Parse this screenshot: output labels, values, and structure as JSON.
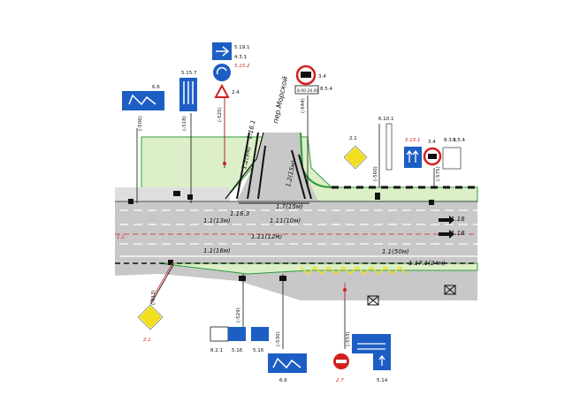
{
  "street_label": "пер.Морской",
  "line_labels": {
    "l_161": "1.16.1",
    "l_129m": "1.2(9м)",
    "l_15m": "1.2(15м)",
    "l_1163": "1.16.3",
    "l_17": "1.7(15м)",
    "l_113m": "1.1(13м)",
    "l_110m": "1.11(10м)",
    "l_112m": "1.11(12м)",
    "l_116m": "1.1(16м)",
    "l_150m": "1.1(50м)",
    "l_1171": "1.17.1(24м)",
    "l_118a": "1.18",
    "l_118b": "1.18",
    "l_red_lane": "1.1"
  },
  "sign_codes": {
    "s_5191": "5.19.1",
    "s_5152": "5.15.2",
    "s_431": "4.3.1",
    "s_24": "2.4",
    "s_66a": "6.6",
    "s_51571": "5.15.7",
    "s_34a": "3.4",
    "s_854": "8.5.4",
    "s_21a": "2.1",
    "s_61011": "6.10.1",
    "s_5151": "5.15.1",
    "s_34b": "3.4",
    "s_831": "8.3.1",
    "s_854b": "8.5.4",
    "s_21b": "2.1",
    "s_821": "8.2.1",
    "s_516a": "5.16",
    "s_516b": "5.16",
    "s_66b": "6.6",
    "s_27": "2.7",
    "s_514": "5.14"
  },
  "distances": {
    "d1": "(-506)",
    "d2": "(-518)",
    "d3": "(-525)",
    "d4": "(-544)",
    "d5": "(-560)",
    "d6": "(-575)",
    "d7": "(-513)",
    "d8": "(-529)",
    "d9": "(-530)",
    "d10": "(-553)"
  },
  "sign_texts": {
    "time_plate": "8.00-20.00"
  },
  "colors": {
    "road": "#c8c8c8",
    "grass": "#dcefc8",
    "sign_blue": "#1c5ec4",
    "sign_red": "#d42020",
    "curb_green": "#2e9c3a",
    "marking_yellow": "#f2e020"
  }
}
